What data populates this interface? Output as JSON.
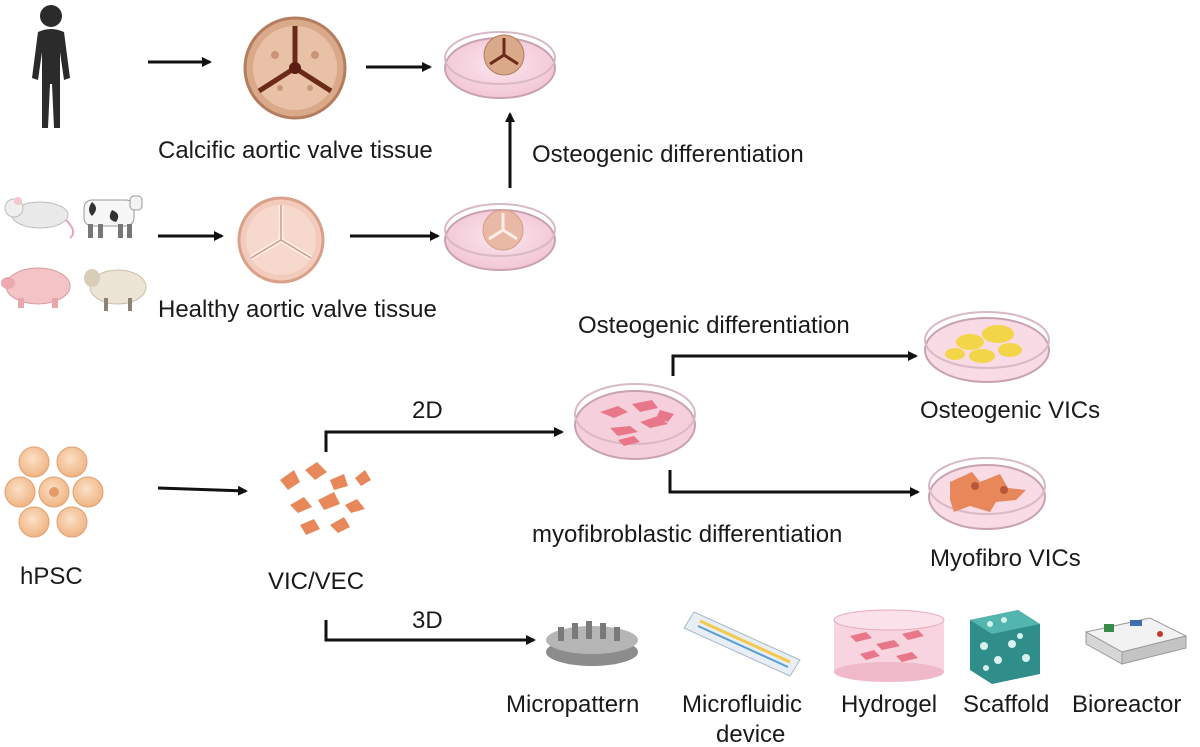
{
  "labels": {
    "calcific_tissue": "Calcific aortic valve tissue",
    "osteogenic_diff_top": "Osteogenic differentiation",
    "healthy_tissue": "Healthy aortic valve tissue",
    "osteogenic_diff_mid": "Osteogenic differentiation",
    "osteogenic_vics": "Osteogenic VICs",
    "label_2d": "2D",
    "myofibro_diff": "myofibroblastic differentiation",
    "myofibro_vics": "Myofibro VICs",
    "hpsc": "hPSC",
    "vic_vec": "VIC/VEC",
    "label_3d": "3D",
    "micropattern": "Micropattern",
    "microfluidic_1": "Microfluidic",
    "microfluidic_2": "device",
    "hydrogel": "Hydrogel",
    "scaffold": "Scaffold",
    "bioreactor": "Bioreactor"
  },
  "icons": {
    "human": "human-silhouette-icon",
    "animals": "animal-models-icon",
    "calcific_valve": "calcific-valve-icon",
    "healthy_valve": "healthy-valve-icon",
    "dish": "petri-dish-icon",
    "stem_cells": "stem-cell-cluster-icon",
    "vic_cells": "valve-interstitial-cells-icon"
  },
  "colors": {
    "dish_pink": "#f6cfdc",
    "valve_tan": "#d9a98a",
    "cell_orange": "#e8885a",
    "stem_cell": "#f4c49a",
    "osteo_yellow": "#f3d54a",
    "arrow": "#111111"
  }
}
